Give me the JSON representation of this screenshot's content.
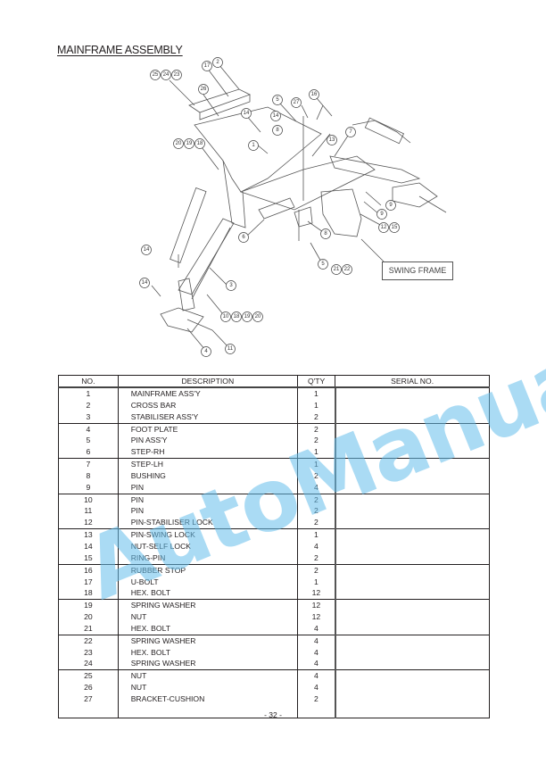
{
  "page": {
    "title": "MAINFRAME ASSEMBLY",
    "page_number": "- 32 -",
    "watermark": "AutoManual"
  },
  "diagram": {
    "swing_frame_label": "SWING FRAME",
    "callouts": [
      "25",
      "24",
      "23",
      "17",
      "2",
      "26",
      "14",
      "5",
      "27",
      "16",
      "14",
      "8",
      "1",
      "13",
      "7",
      "20",
      "19",
      "18",
      "9",
      "9",
      "12",
      "15",
      "8",
      "6",
      "5",
      "21",
      "22",
      "14",
      "3",
      "14",
      "10",
      "18",
      "19",
      "20",
      "4",
      "11"
    ]
  },
  "table": {
    "headers": {
      "no": "NO.",
      "description": "DESCRIPTION",
      "qty": "Q'TY",
      "serial": "SERIAL NO."
    },
    "rows": [
      {
        "no": "1",
        "description": "MAINFRAME ASS'Y",
        "qty": "1",
        "serial": ""
      },
      {
        "no": "2",
        "description": "CROSS BAR",
        "qty": "1",
        "serial": ""
      },
      {
        "no": "3",
        "description": "STABILISER ASS'Y",
        "qty": "2",
        "serial": ""
      },
      {
        "no": "4",
        "description": "FOOT PLATE",
        "qty": "2",
        "serial": ""
      },
      {
        "no": "5",
        "description": "PIN ASS'Y",
        "qty": "2",
        "serial": ""
      },
      {
        "no": "6",
        "description": "STEP-RH",
        "qty": "1",
        "serial": ""
      },
      {
        "no": "7",
        "description": "STEP-LH",
        "qty": "1",
        "serial": ""
      },
      {
        "no": "8",
        "description": "BUSHING",
        "qty": "2",
        "serial": ""
      },
      {
        "no": "9",
        "description": "PIN",
        "qty": "4",
        "serial": ""
      },
      {
        "no": "10",
        "description": "PIN",
        "qty": "2",
        "serial": ""
      },
      {
        "no": "11",
        "description": "PIN",
        "qty": "2",
        "serial": ""
      },
      {
        "no": "12",
        "description": "PIN-STABILISER LOCK",
        "qty": "2",
        "serial": ""
      },
      {
        "no": "13",
        "description": "PIN-SWING LOCK",
        "qty": "1",
        "serial": ""
      },
      {
        "no": "14",
        "description": "NUT-SELF LOCK",
        "qty": "4",
        "serial": ""
      },
      {
        "no": "15",
        "description": "RING-PIN",
        "qty": "2",
        "serial": ""
      },
      {
        "no": "16",
        "description": "RUBBER STOP",
        "qty": "2",
        "serial": ""
      },
      {
        "no": "17",
        "description": "U-BOLT",
        "qty": "1",
        "serial": ""
      },
      {
        "no": "18",
        "description": "HEX. BOLT",
        "qty": "12",
        "serial": ""
      },
      {
        "no": "19",
        "description": "SPRING WASHER",
        "qty": "12",
        "serial": ""
      },
      {
        "no": "20",
        "description": "NUT",
        "qty": "12",
        "serial": ""
      },
      {
        "no": "21",
        "description": "HEX. BOLT",
        "qty": "4",
        "serial": ""
      },
      {
        "no": "22",
        "description": "SPRING WASHER",
        "qty": "4",
        "serial": ""
      },
      {
        "no": "23",
        "description": "HEX. BOLT",
        "qty": "4",
        "serial": ""
      },
      {
        "no": "24",
        "description": "SPRING WASHER",
        "qty": "4",
        "serial": ""
      },
      {
        "no": "25",
        "description": "NUT",
        "qty": "4",
        "serial": ""
      },
      {
        "no": "26",
        "description": "NUT",
        "qty": "4",
        "serial": ""
      },
      {
        "no": "27",
        "description": "BRACKET-CUSHION",
        "qty": "2",
        "serial": ""
      }
    ]
  }
}
